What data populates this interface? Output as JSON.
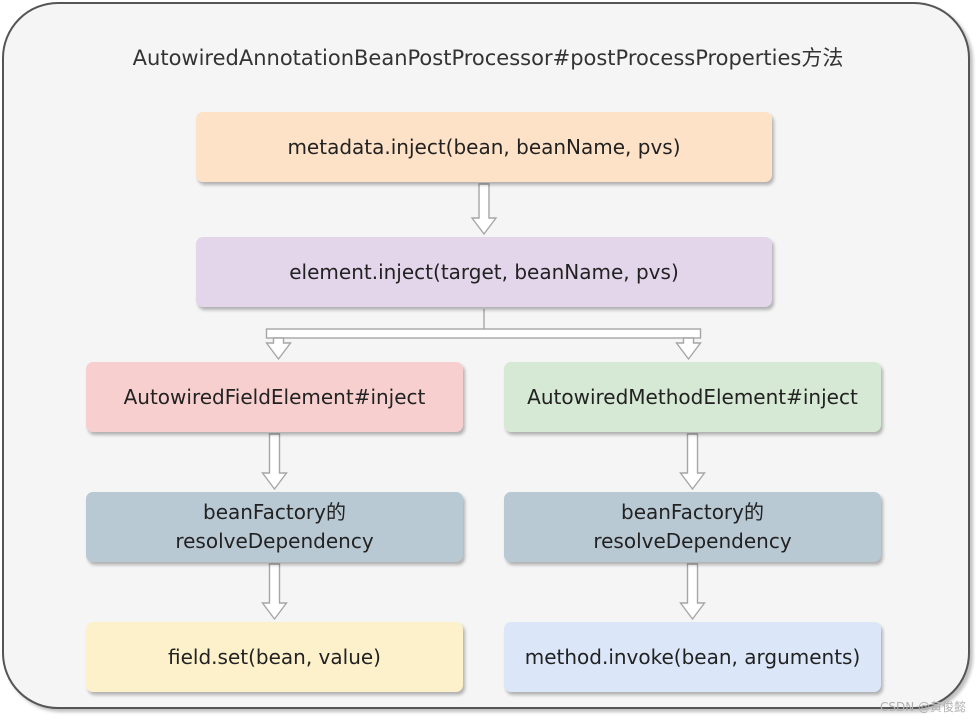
{
  "diagram": {
    "title": "AutowiredAnnotationBeanPostProcessor#postProcessProperties方法",
    "nodes": {
      "metadata_inject": {
        "label": "metadata.inject(bean, beanName, pvs)",
        "color": "#fde2c8"
      },
      "element_inject": {
        "label": "element.inject(target, beanName, pvs)",
        "color": "#e3d5ea"
      },
      "field_element": {
        "label": "AutowiredFieldElement#inject",
        "color": "#f8cfcf"
      },
      "method_element": {
        "label": "AutowiredMethodElement#inject",
        "color": "#d6e9d4"
      },
      "field_resolve": {
        "label": "beanFactory的\nresolveDependency",
        "color": "#b9c9d4"
      },
      "method_resolve": {
        "label": "beanFactory的\nresolveDependency",
        "color": "#b9c9d4"
      },
      "field_set": {
        "label": "field.set(bean, value)",
        "color": "#fdf1cc"
      },
      "method_invoke": {
        "label": "method.invoke(bean, arguments)",
        "color": "#dbe7f8"
      }
    },
    "edges": [
      [
        "metadata_inject",
        "element_inject"
      ],
      [
        "element_inject",
        "field_element"
      ],
      [
        "element_inject",
        "method_element"
      ],
      [
        "field_element",
        "field_resolve"
      ],
      [
        "method_element",
        "method_resolve"
      ],
      [
        "field_resolve",
        "field_set"
      ],
      [
        "method_resolve",
        "method_invoke"
      ]
    ]
  },
  "watermark": "CSDN @黄俊懿"
}
